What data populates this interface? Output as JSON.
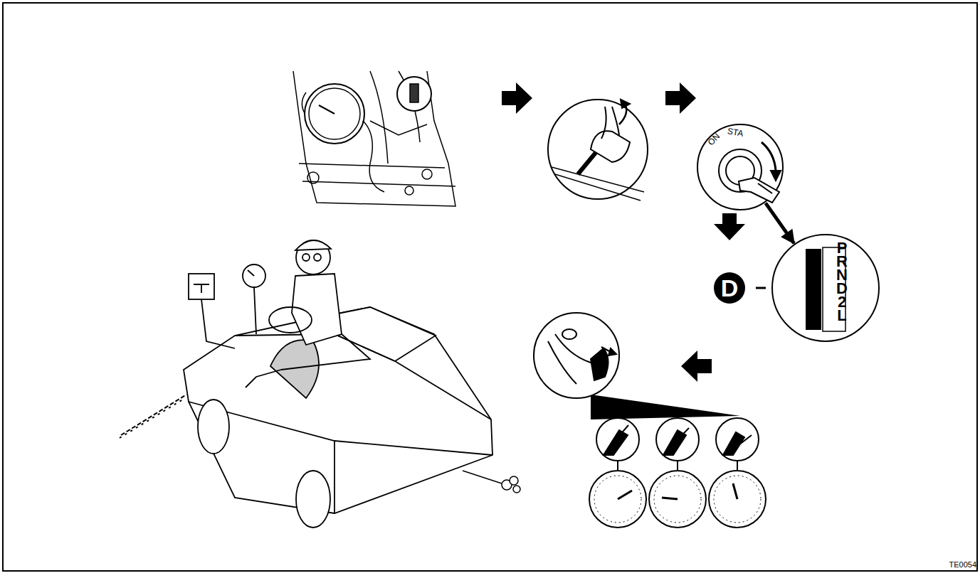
{
  "diagram": {
    "nodes": [
      {
        "text": [
          "ON",
          "STA"
        ]
      },
      {
        "text": [
          "P R N D 2 L"
        ]
      }
    ],
    "edges": [
      {
        "from": 0,
        "to": 1,
        "arrow": "to"
      }
    ],
    "labels": [
      "D",
      "TE0054"
    ]
  }
}
